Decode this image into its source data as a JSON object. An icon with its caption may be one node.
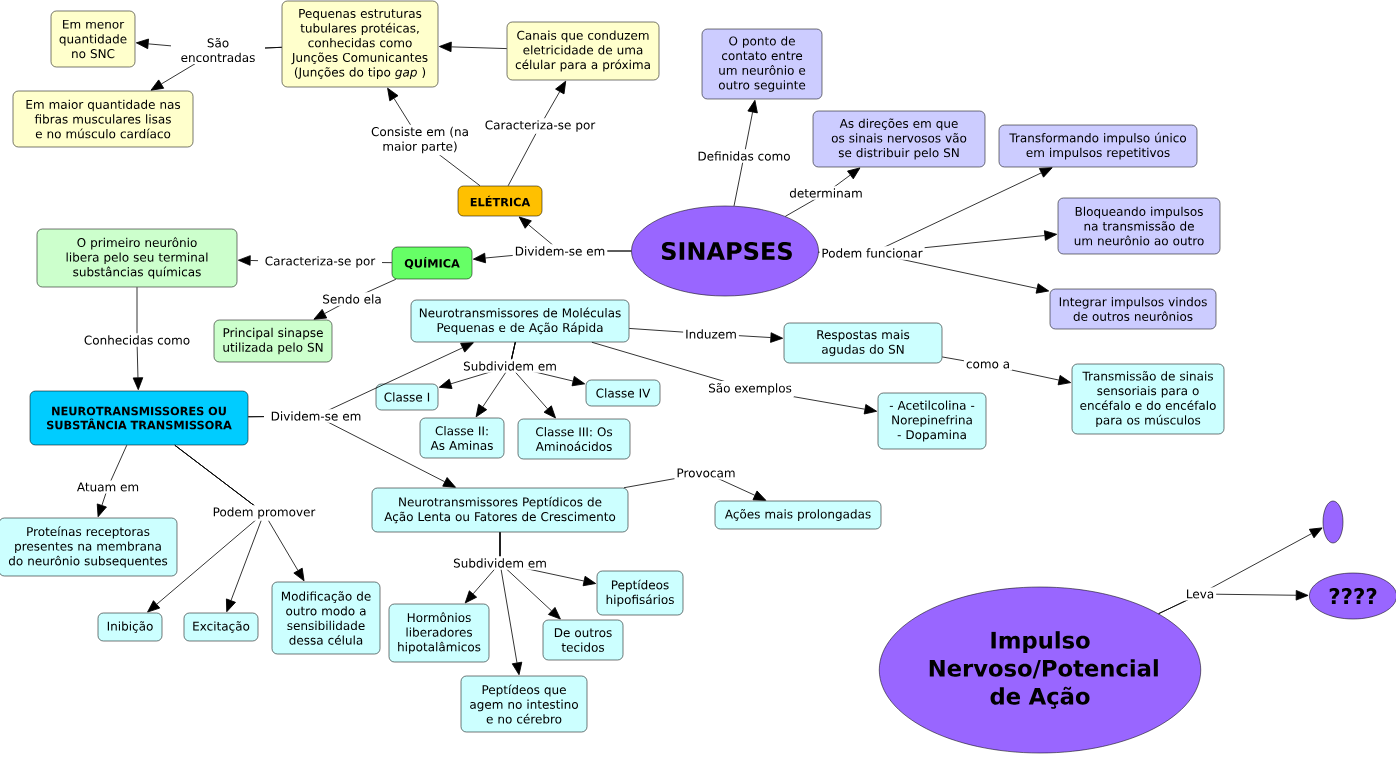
{
  "diagram": {
    "nodes": [
      {
        "text": [
          "SINAPSES"
        ]
      },
      {
        "text": [
          "ELÉTRICA"
        ]
      },
      {
        "text": [
          "QUÍMICA"
        ]
      },
      {
        "text": [
          "Pequenas estruturas tubulares protéicas, conhecidas como Junções Comunicantes (Junções do tipo *gap* )"
        ]
      },
      {
        "text": [
          "Canais que conduzem eletricidade de uma célular para a próxima"
        ]
      },
      {
        "text": [
          "Em menor quantidade no SNC"
        ]
      },
      {
        "text": [
          "Em maior quantidade nas fibras musculares lisas e no músculo cardíaco"
        ]
      },
      {
        "text": [
          "O ponto de contato entre um neurônio e outro seguinte"
        ]
      },
      {
        "text": [
          "As direções em que os sinais nervosos vão se distribuir pelo SN"
        ]
      },
      {
        "text": [
          "Transformando impulso único em impulsos repetitivos"
        ]
      },
      {
        "text": [
          "Bloqueando impulsos na transmissão de um neurônio ao outro"
        ]
      },
      {
        "text": [
          "Integrar impulsos vindos de outros neurônios"
        ]
      },
      {
        "text": [
          "O primeiro neurônio libera pelo seu terminal substâncias químicas"
        ]
      },
      {
        "text": [
          "Principal sinapse utilizada pelo SN"
        ]
      },
      {
        "text": [
          "NEUROTRANSMISSORES OU SUBSTÂNCIA TRANSMISSORA"
        ]
      },
      {
        "text": [
          "Neurotransmissores de Moléculas Pequenas e de Ação Rápida"
        ]
      },
      {
        "text": [
          "Classe I"
        ]
      },
      {
        "text": [
          "Classe II: As Aminas"
        ]
      },
      {
        "text": [
          "Classe III: Os Aminoácidos"
        ]
      },
      {
        "text": [
          "Classe IV"
        ]
      },
      {
        "text": [
          "Respostas mais agudas do SN"
        ]
      },
      {
        "text": [
          "Transmissão de sinais sensoriais para o encéfalo e do encéfalo para os músculos"
        ]
      },
      {
        "text": [
          "- Acetilcolina - Norepinefrina - Dopamina"
        ]
      },
      {
        "text": [
          "Neurotransmissores Peptídicos de Ação Lenta ou Fatores de Crescimento"
        ]
      },
      {
        "text": [
          "Ações mais prolongadas"
        ]
      },
      {
        "text": [
          "Proteínas receptoras presentes na membrana do neurônio subsequentes"
        ]
      },
      {
        "text": [
          "Inibição"
        ]
      },
      {
        "text": [
          "Excitação"
        ]
      },
      {
        "text": [
          "Modificação de outro modo a sensibilidade dessa célula"
        ]
      },
      {
        "text": [
          "Hormônios liberadores hipotalâmicos"
        ]
      },
      {
        "text": [
          "Peptídeos que agem no intestino e no cérebro"
        ]
      },
      {
        "text": [
          "De outros tecidos"
        ]
      },
      {
        "text": [
          "Peptídeos hipofisários"
        ]
      },
      {
        "text": [
          "Impulso Nervoso/Potencial de Ação"
        ]
      },
      {
        "text": [],
        "shape": "circle"
      },
      {
        "text": [
          "????"
        ]
      }
    ],
    "edges": [
      {
        "from": 0,
        "to": 1,
        "arrow": "to",
        "label": "Dividem-se em"
      },
      {
        "from": 0,
        "to": 2,
        "arrow": "to"
      },
      {
        "from": 1,
        "to": 3,
        "arrow": "to",
        "label": "Consiste em (na maior parte)"
      },
      {
        "from": 1,
        "to": 4,
        "arrow": "to",
        "label": "Caracteriza-se por"
      },
      {
        "from": 4,
        "to": 3,
        "arrow": "to"
      },
      {
        "from": 3,
        "to": 5,
        "arrow": "to",
        "label": "São encontradas"
      },
      {
        "from": 3,
        "to": 6,
        "arrow": "to"
      },
      {
        "from": 0,
        "to": 7,
        "arrow": "to",
        "label": "Definidas como"
      },
      {
        "from": 0,
        "to": 8,
        "arrow": "to",
        "label": "determinam"
      },
      {
        "from": 0,
        "to": 9,
        "arrow": "to",
        "label": "Podem funcionar"
      },
      {
        "from": 0,
        "to": 10,
        "arrow": "to"
      },
      {
        "from": 0,
        "to": 11,
        "arrow": "to"
      },
      {
        "from": 2,
        "to": 12,
        "arrow": "to",
        "label": "Caracteriza-se por"
      },
      {
        "from": 2,
        "to": 13,
        "arrow": "to",
        "label": "Sendo ela"
      },
      {
        "from": 12,
        "to": 14,
        "arrow": "to",
        "label": "Conhecidas como"
      },
      {
        "from": 14,
        "to": 15,
        "arrow": "to",
        "label": "Dividem-se em"
      },
      {
        "from": 14,
        "to": 23,
        "arrow": "to"
      },
      {
        "from": 15,
        "to": 16,
        "arrow": "to",
        "label": "Subdividem em"
      },
      {
        "from": 15,
        "to": 17,
        "arrow": "to"
      },
      {
        "from": 15,
        "to": 18,
        "arrow": "to"
      },
      {
        "from": 15,
        "to": 19,
        "arrow": "to"
      },
      {
        "from": 15,
        "to": 20,
        "arrow": "to",
        "label": "Induzem"
      },
      {
        "from": 15,
        "to": 22,
        "arrow": "to",
        "label": "São exemplos"
      },
      {
        "from": 20,
        "to": 21,
        "arrow": "to",
        "label": "como a"
      },
      {
        "from": 23,
        "to": 24,
        "arrow": "to",
        "label": "Provocam"
      },
      {
        "from": 14,
        "to": 25,
        "arrow": "to",
        "label": "Atuam em"
      },
      {
        "from": 14,
        "to": 26,
        "arrow": "to",
        "label": "Podem promover"
      },
      {
        "from": 14,
        "to": 27,
        "arrow": "to"
      },
      {
        "from": 14,
        "to": 28,
        "arrow": "to"
      },
      {
        "from": 23,
        "to": 29,
        "arrow": "to",
        "label": "Subdividem em"
      },
      {
        "from": 23,
        "to": 30,
        "arrow": "to"
      },
      {
        "from": 23,
        "to": 31,
        "arrow": "to"
      },
      {
        "from": 23,
        "to": 32,
        "arrow": "to"
      },
      {
        "from": 33,
        "to": 34,
        "arrow": "to",
        "label": "Leva"
      },
      {
        "from": 33,
        "to": 35,
        "arrow": "to"
      }
    ]
  }
}
